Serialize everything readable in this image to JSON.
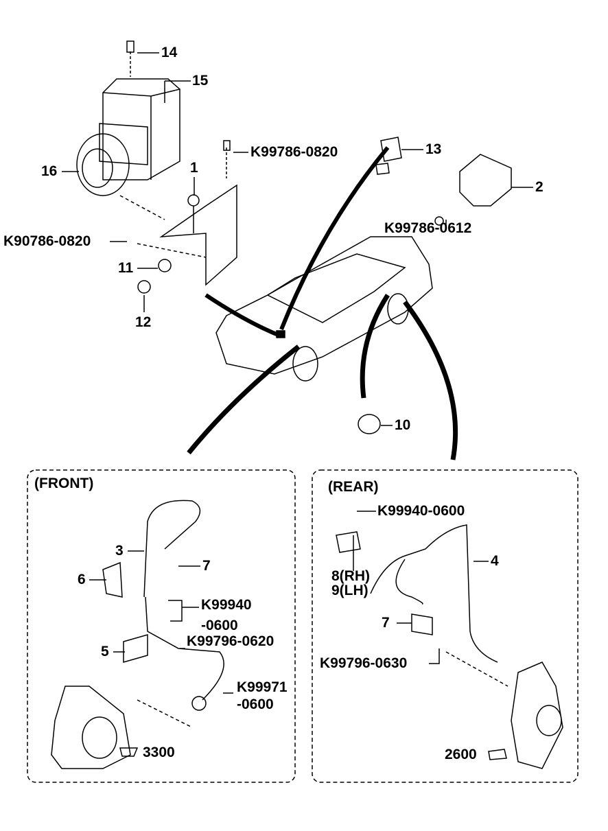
{
  "labels": {
    "p14": "14",
    "p15": "15",
    "p16": "16",
    "p13": "13",
    "p1": "1",
    "p2": "2",
    "p11": "11",
    "p12": "12",
    "p10": "10",
    "bolt_top": "K99786-0820",
    "bolt_right": "K99786-0612",
    "bolt_left": "K90786-0820"
  },
  "front": {
    "title": "(FRONT)",
    "p3": "3",
    "p7": "7",
    "p6": "6",
    "p5": "5",
    "nut_a1": "K99940",
    "nut_a2": "-0600",
    "bolt": "K99796-0620",
    "nut_b1": "K99971",
    "nut_b2": "-0600",
    "ref": "3300"
  },
  "rear": {
    "title": "(REAR)",
    "nut": "K99940-0600",
    "p4": "4",
    "p8": "8(RH)",
    "p9": "9(LH)",
    "p7": "7",
    "bolt": "K99796-0630",
    "ref": "2600"
  }
}
